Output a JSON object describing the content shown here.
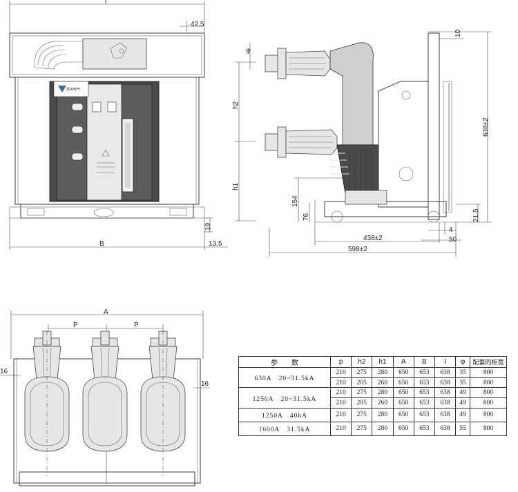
{
  "front_view": {
    "dim_top": "42.5",
    "dim_right_small": "19",
    "dim_right_bottom": "13.5",
    "dim_width_label": "B",
    "dim_overall_label": "l"
  },
  "side_view": {
    "dim_phi": "φ",
    "dim_h2": "h2",
    "dim_h1": "h1",
    "dim_154": "154",
    "dim_76": "76",
    "dim_438": "438±2",
    "dim_598": "598±2",
    "dim_638": "638±2",
    "dim_10": "10",
    "dim_21_5": "21.5",
    "dim_4": "4",
    "dim_50": "50"
  },
  "bottom_view": {
    "dim_A": "A",
    "dim_P1": "P",
    "dim_P2": "P",
    "dim_16_left": "16",
    "dim_16_right": "16"
  },
  "spec_table": {
    "headers": [
      "参　　数",
      "p",
      "h2",
      "h1",
      "A",
      "B",
      "l",
      "φ",
      "配套的柜宽"
    ],
    "groups": [
      {
        "param": "630A　20~31.5kA",
        "rows": [
          [
            "210",
            "275",
            "280",
            "650",
            "653",
            "638",
            "35",
            "800"
          ],
          [
            "210",
            "205",
            "260",
            "650",
            "653",
            "638",
            "35",
            "800"
          ]
        ]
      },
      {
        "param": "1250A　20~31.5kA",
        "rows": [
          [
            "210",
            "275",
            "280",
            "650",
            "653",
            "638",
            "49",
            "800"
          ],
          [
            "210",
            "205",
            "260",
            "650",
            "653",
            "638",
            "49",
            "800"
          ]
        ]
      },
      {
        "param": "1250A　40kA",
        "rows": [
          [
            "210",
            "275",
            "280",
            "650",
            "653",
            "638",
            "49",
            "800"
          ]
        ]
      },
      {
        "param": "1600A　31.5kA",
        "rows": [
          [
            "210",
            "275",
            "280",
            "650",
            "653",
            "638",
            "55",
            "800"
          ]
        ]
      }
    ]
  },
  "colors": {
    "line": "#3a3a3a",
    "panel": "#4a4a4a",
    "accent_logo": "#2d6fb0",
    "red_detail": "#c0392b"
  }
}
